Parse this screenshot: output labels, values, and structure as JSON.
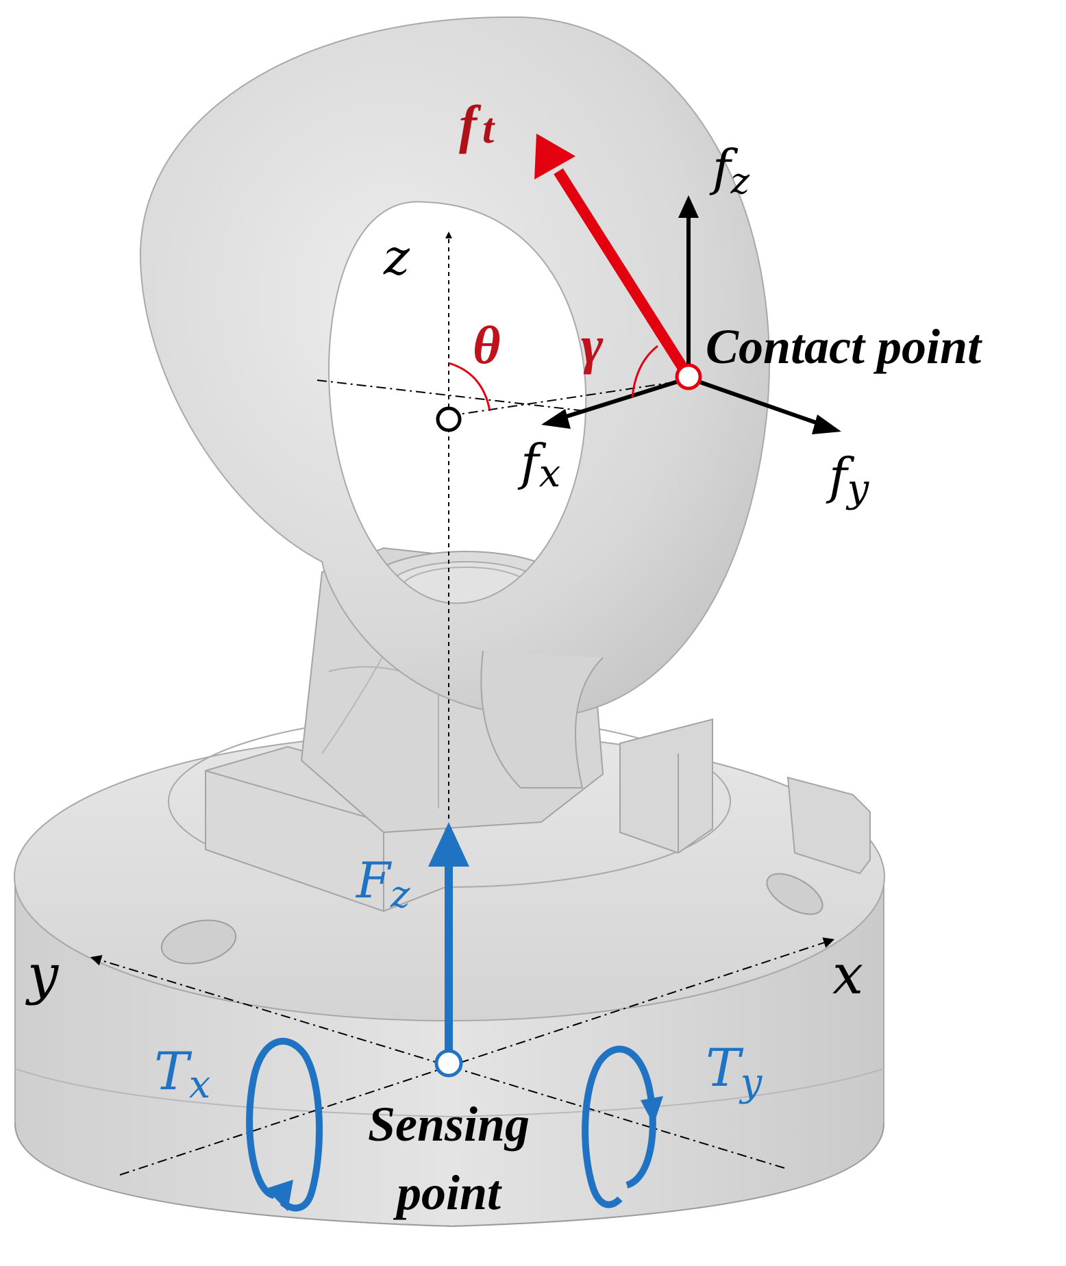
{
  "colors": {
    "red": "#e3000f",
    "darkred": "#b01018",
    "blue": "#1f73c2",
    "black": "#000000",
    "body": "#dcdcdc"
  },
  "labels": {
    "ft_main": "f",
    "ft_sub": "t",
    "fz_main": "f",
    "fz_sub": "z",
    "fx_main": "f",
    "fx_sub": "x",
    "fy_main": "f",
    "fy_sub": "y",
    "z_axis": "z",
    "theta": "θ",
    "gamma": "γ",
    "contact_point": "Contact point",
    "Fz_main": "F",
    "Fz_sub": "z",
    "y_axis": "y",
    "x_axis": "x",
    "Tx_main": "T",
    "Tx_sub": "x",
    "Ty_main": "T",
    "Ty_sub": "y",
    "sensing_line1": "Sensing",
    "sensing_line2": "point"
  }
}
